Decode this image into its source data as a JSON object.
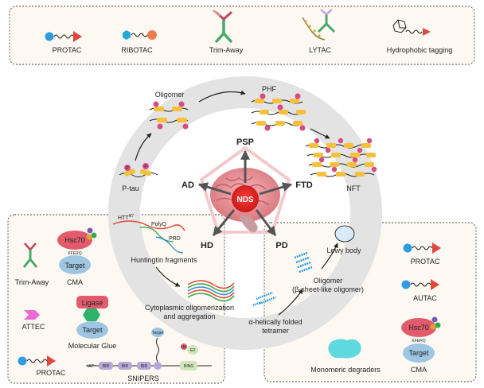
{
  "top_panel": {
    "items": [
      {
        "label": "PROTAC"
      },
      {
        "label": "RIBOTAC"
      },
      {
        "label": "Trim-Away"
      },
      {
        "label": "LYTAC"
      },
      {
        "label": "Hydrophobic tagging"
      }
    ]
  },
  "center": {
    "hub": "NDS",
    "diseases": {
      "psp": "PSP",
      "ad": "AD",
      "ftd": "FTD",
      "hd": "HD",
      "pd": "PD"
    }
  },
  "tau_path": {
    "p_tau": "P-tau",
    "oligomer": "Oligomer",
    "phf": "PHF",
    "nft": "NFT",
    "p_mark": "P"
  },
  "huntingtin_path": {
    "htt": "HTT",
    "htt_sup": "N7",
    "polyq": "PolyQ",
    "prd": "PRD",
    "fragments": "Huntingtin fragments",
    "agg_line1": "Cytoplasmic oligomerization",
    "agg_line2": "and aggregation"
  },
  "synuclein_path": {
    "lewy": "Lewy body",
    "oligomer_line1": "Oligomer",
    "oligomer_line2": "(β-sheet-like oligomer)",
    "tetramer_line1": "α-helically folded",
    "tetramer_line2": "tetramer"
  },
  "left_panel": {
    "hsc70": "Hsc70",
    "kferq": "KFERQ",
    "target": "Target",
    "cma": "CMA",
    "trim_away": "Trim-Away",
    "ligase": "Ligase",
    "attec": "ATTEC",
    "molecular_glue": "Molecular Glue",
    "protac": "PROTAC",
    "snipers": "SNIPERS",
    "iap": "IAP",
    "bir": "BIR",
    "ring": "RING",
    "ub": "Ub",
    "e2": "E2",
    "small_target": "Target"
  },
  "right_panel": {
    "protac": "PROTAC",
    "autac": "AUTAC",
    "hsc70": "Hsc70",
    "kferq": "KFERQ",
    "target": "Target",
    "cma": "CMA",
    "monomeric": "Monomeric degraders"
  },
  "colors": {
    "panel_fill": "#fdf9f2",
    "ring": "#e3e3e3",
    "protac_ball": "#2f9be0",
    "protac_head": "#e0473f",
    "hsc70": "#e25b6c",
    "target": "#9ec6e2",
    "tau_yellow": "#f5c13a",
    "tau_pink": "#d64a86"
  }
}
